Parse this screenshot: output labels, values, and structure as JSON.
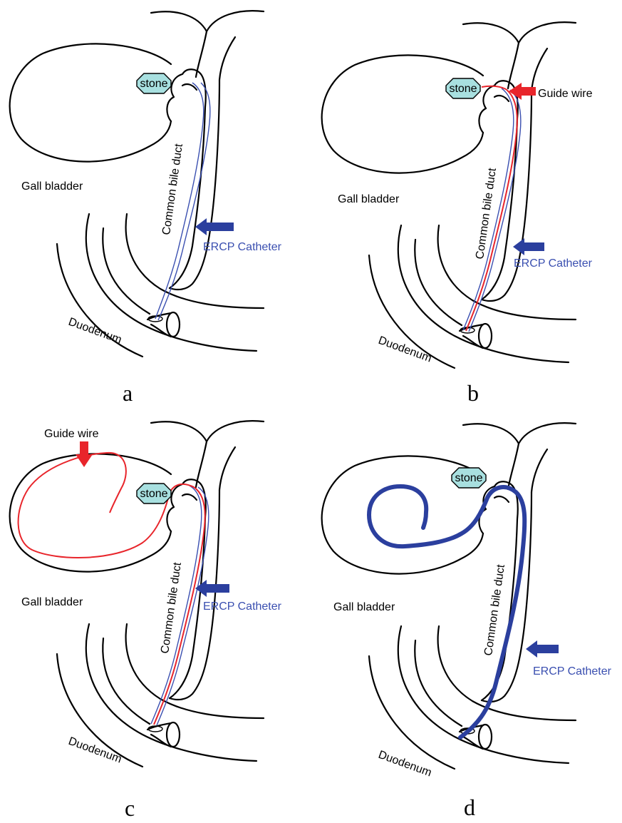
{
  "colors": {
    "stone_fill": "#a8e0e0",
    "catheter_blue": "#2b3f9e",
    "catheter_line_blue": "#3a4fb0",
    "guide_wire_red": "#e8252b",
    "outline": "#000000"
  },
  "labels": {
    "stone": "stone",
    "gall_bladder": "Gall bladder",
    "common_bile_duct": "Common bile duct",
    "duodenum": "Duodenum",
    "ercp_catheter": "ERCP Catheter",
    "guide_wire": "Guide wire"
  },
  "panels": [
    {
      "letter": "a",
      "shows_guide_wire": false
    },
    {
      "letter": "b",
      "shows_guide_wire": true
    },
    {
      "letter": "c",
      "shows_guide_wire": true
    },
    {
      "letter": "d",
      "shows_guide_wire": false
    }
  ]
}
